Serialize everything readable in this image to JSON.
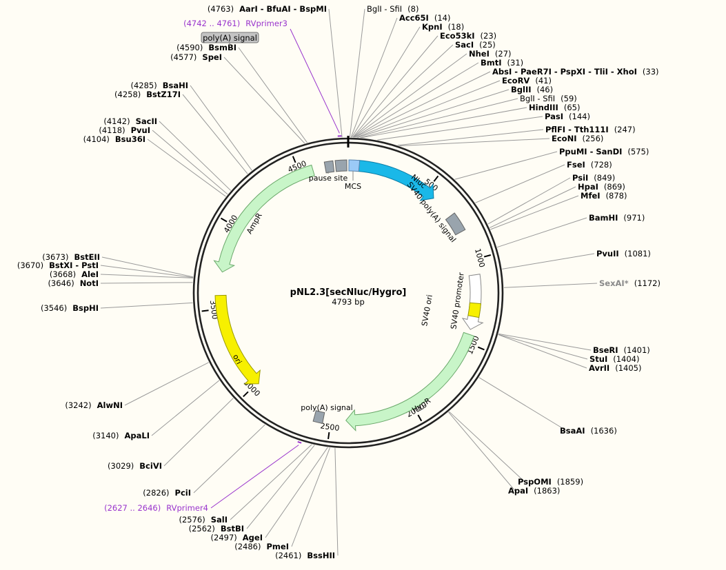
{
  "plasmid": {
    "name": "pNL2.3[secNluc/Hygro]",
    "size": "4793 bp",
    "length": 4793
  },
  "colors": {
    "nluc": "#1ab8e8",
    "ampr": "#c8f5c8",
    "hygr": "#c8f5c8",
    "ori": "#f7f000",
    "promoter": "#ffffff",
    "grey_feature": "#99a4ad",
    "mcs": "#9bcaf7",
    "primer": "#9933cc"
  },
  "features": [
    {
      "id": "nluc",
      "label": "Nluc",
      "start": 60,
      "end": 560,
      "type": "arrow",
      "dir": 1,
      "color": "#1ab8e8",
      "stroke": "#0a7ca6"
    },
    {
      "id": "sv40polyA1",
      "label": "SV40 poly(A) signal",
      "start": 706,
      "end": 820,
      "type": "box",
      "color": "#99a4ad",
      "stroke": "#666"
    },
    {
      "id": "sv40prom",
      "label": "SV40 promoter",
      "start": 1090,
      "end": 1420,
      "type": "arrow",
      "dir": 1,
      "color": "#ffffff",
      "stroke": "#888"
    },
    {
      "id": "sv40ori",
      "label": "SV40 ori",
      "start": 1260,
      "end": 1340,
      "type": "box",
      "color": "#f7f000",
      "stroke": "#999900"
    },
    {
      "id": "hygr",
      "label": "HygR",
      "start": 1450,
      "end": 2410,
      "type": "arrow",
      "dir": 1,
      "color": "#c8f5c8",
      "stroke": "#6aa86a"
    },
    {
      "id": "polyA",
      "label": "poly(A) signal",
      "start": 2545,
      "end": 2600,
      "type": "box",
      "color": "#99a4ad",
      "stroke": "#666"
    },
    {
      "id": "ori",
      "label": "ori",
      "start": 2990,
      "end": 3580,
      "type": "arrow",
      "dir": -1,
      "color": "#f7f000",
      "stroke": "#999900"
    },
    {
      "id": "ampr",
      "label": "AmpR",
      "start": 3720,
      "end": 4580,
      "type": "arrow",
      "dir": -1,
      "color": "#c8f5c8",
      "stroke": "#6aa86a"
    },
    {
      "id": "pause",
      "label": "pause site",
      "start": 4655,
      "end": 4705,
      "type": "box",
      "color": "#99a4ad",
      "stroke": "#666"
    },
    {
      "id": "gbox",
      "label": "",
      "start": 4718,
      "end": 4785,
      "type": "box",
      "color": "#99a4ad",
      "stroke": "#666"
    },
    {
      "id": "mcs",
      "label": "MCS",
      "start": 4,
      "end": 66,
      "type": "box",
      "color": "#9bcaf7",
      "stroke": "#5580aa"
    }
  ],
  "feature_labels": [
    {
      "text": "Nluc"
    },
    {
      "text": "SV40 poly(A) signal"
    },
    {
      "text": "SV40 promoter"
    },
    {
      "text": "SV40 ori"
    },
    {
      "text": "HygR"
    },
    {
      "text": "poly(A) signal"
    },
    {
      "text": "ori"
    },
    {
      "text": "AmpR"
    },
    {
      "text": "pause site"
    },
    {
      "text": "MCS"
    }
  ],
  "ticks": [
    {
      "pos": 500,
      "label": "500"
    },
    {
      "pos": 1000,
      "label": "1000"
    },
    {
      "pos": 1500,
      "label": "1500"
    },
    {
      "pos": 2000,
      "label": "2000"
    },
    {
      "pos": 2500,
      "label": "2500"
    },
    {
      "pos": 3000,
      "label": "3000"
    },
    {
      "pos": 3500,
      "label": "3500"
    },
    {
      "pos": 4000,
      "label": "4000"
    },
    {
      "pos": 4500,
      "label": "4500"
    }
  ],
  "primers": [
    {
      "name": "RVprimer3",
      "range": "(4742 .. 4761)",
      "start": 4742,
      "end": 4761
    },
    {
      "name": "RVprimer4",
      "range": "(2627 .. 2646)",
      "start": 2627,
      "end": 2646
    }
  ],
  "feature_tag": {
    "text": "poly(A) signal"
  },
  "sites": [
    {
      "pos": 4763,
      "side": "left",
      "num": "(4763)",
      "name": "AarI - BfuAI - BspMI"
    },
    {
      "pos": 4590,
      "side": "left",
      "num": "(4590)",
      "name": "BsmBI"
    },
    {
      "pos": 4577,
      "side": "left",
      "num": "(4577)",
      "name": "SpeI"
    },
    {
      "pos": 4285,
      "side": "left",
      "num": "(4285)",
      "name": "BsaHI"
    },
    {
      "pos": 4258,
      "side": "left",
      "num": "(4258)",
      "name": "BstZ17I"
    },
    {
      "pos": 4142,
      "side": "left",
      "num": "(4142)",
      "name": "SacII"
    },
    {
      "pos": 4118,
      "side": "left",
      "num": "(4118)",
      "name": "PvuI"
    },
    {
      "pos": 4104,
      "side": "left",
      "num": "(4104)",
      "name": "Bsu36I"
    },
    {
      "pos": 3673,
      "side": "left",
      "num": "(3673)",
      "name": "BstEII"
    },
    {
      "pos": 3670,
      "side": "left",
      "num": "(3670)",
      "name": "BstXI - PstI"
    },
    {
      "pos": 3668,
      "side": "left",
      "num": "(3668)",
      "name": "AleI"
    },
    {
      "pos": 3646,
      "side": "left",
      "num": "(3646)",
      "name": "NotI"
    },
    {
      "pos": 3546,
      "side": "left",
      "num": "(3546)",
      "name": "BspHI"
    },
    {
      "pos": 3242,
      "side": "left",
      "num": "(3242)",
      "name": "AlwNI"
    },
    {
      "pos": 3140,
      "side": "left",
      "num": "(3140)",
      "name": "ApaLI"
    },
    {
      "pos": 3029,
      "side": "left",
      "num": "(3029)",
      "name": "BciVI"
    },
    {
      "pos": 2826,
      "side": "left",
      "num": "(2826)",
      "name": "PciI"
    },
    {
      "pos": 2576,
      "side": "left",
      "num": "(2576)",
      "name": "SalI"
    },
    {
      "pos": 2562,
      "side": "left",
      "num": "(2562)",
      "name": "BstBI"
    },
    {
      "pos": 2497,
      "side": "left",
      "num": "(2497)",
      "name": "AgeI"
    },
    {
      "pos": 2486,
      "side": "left",
      "num": "(2486)",
      "name": "PmeI"
    },
    {
      "pos": 2461,
      "side": "left",
      "num": "(2461)",
      "name": "BssHII"
    },
    {
      "pos": 8,
      "side": "right",
      "num": "(8)",
      "name": "BglI - SfiI",
      "plain": true
    },
    {
      "pos": 14,
      "side": "right",
      "num": "(14)",
      "name": "Acc65I"
    },
    {
      "pos": 18,
      "side": "right",
      "num": "(18)",
      "name": "KpnI"
    },
    {
      "pos": 23,
      "side": "right",
      "num": "(23)",
      "name": "Eco53kI"
    },
    {
      "pos": 25,
      "side": "right",
      "num": "(25)",
      "name": "SacI"
    },
    {
      "pos": 27,
      "side": "right",
      "num": "(27)",
      "name": "NheI"
    },
    {
      "pos": 31,
      "side": "right",
      "num": "(31)",
      "name": "BmtI"
    },
    {
      "pos": 33,
      "side": "right",
      "num": "(33)",
      "name": "AbsI - PaeR7I - PspXI - TliI - XhoI"
    },
    {
      "pos": 41,
      "side": "right",
      "num": "(41)",
      "name": "EcoRV"
    },
    {
      "pos": 46,
      "side": "right",
      "num": "(46)",
      "name": "BglII"
    },
    {
      "pos": 59,
      "side": "right",
      "num": "(59)",
      "name": "BglI - SfiI",
      "plain": true
    },
    {
      "pos": 65,
      "side": "right",
      "num": "(65)",
      "name": "HindIII"
    },
    {
      "pos": 144,
      "side": "right",
      "num": "(144)",
      "name": "PasI"
    },
    {
      "pos": 247,
      "side": "right",
      "num": "(247)",
      "name": "PflFI - Tth111I"
    },
    {
      "pos": 256,
      "side": "right",
      "num": "(256)",
      "name": "EcoNI"
    },
    {
      "pos": 575,
      "side": "right",
      "num": "(575)",
      "name": "PpuMI - SanDI"
    },
    {
      "pos": 728,
      "side": "right",
      "num": "(728)",
      "name": "FseI"
    },
    {
      "pos": 849,
      "side": "right",
      "num": "(849)",
      "name": "PsiI"
    },
    {
      "pos": 869,
      "side": "right",
      "num": "(869)",
      "name": "HpaI"
    },
    {
      "pos": 878,
      "side": "right",
      "num": "(878)",
      "name": "MfeI"
    },
    {
      "pos": 971,
      "side": "right",
      "num": "(971)",
      "name": "BamHI"
    },
    {
      "pos": 1081,
      "side": "right",
      "num": "(1081)",
      "name": "PvuII"
    },
    {
      "pos": 1172,
      "side": "right",
      "num": "(1172)",
      "name": "SexAI*",
      "grey": true
    },
    {
      "pos": 1401,
      "side": "right",
      "num": "(1401)",
      "name": "BseRI"
    },
    {
      "pos": 1404,
      "side": "right",
      "num": "(1404)",
      "name": "StuI"
    },
    {
      "pos": 1405,
      "side": "right",
      "num": "(1405)",
      "name": "AvrII"
    },
    {
      "pos": 1636,
      "side": "right",
      "num": "(1636)",
      "name": "BsaAI"
    },
    {
      "pos": 1859,
      "side": "right",
      "num": "(1859)",
      "name": "PspOMI"
    },
    {
      "pos": 1863,
      "side": "right",
      "num": "(1863)",
      "name": "ApaI"
    }
  ]
}
